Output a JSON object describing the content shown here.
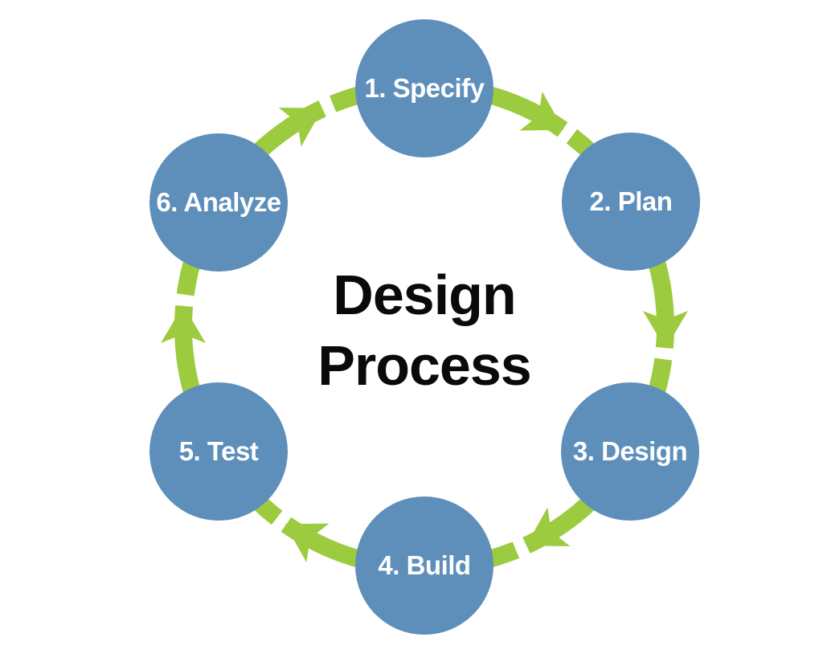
{
  "title": {
    "line1": "Design",
    "line2": "Process"
  },
  "steps": [
    {
      "order": 1,
      "label": "1. Specify"
    },
    {
      "order": 2,
      "label": "2. Plan"
    },
    {
      "order": 3,
      "label": "3. Design"
    },
    {
      "order": 4,
      "label": "4. Build"
    },
    {
      "order": 5,
      "label": "5. Test"
    },
    {
      "order": 6,
      "label": "6. Analyze"
    }
  ],
  "diagram": {
    "type": "cycle",
    "direction": "clockwise",
    "step_count": 6,
    "arrows": [
      {
        "from": "1. Specify",
        "to": "2. Plan"
      },
      {
        "from": "2. Plan",
        "to": "3. Design"
      },
      {
        "from": "3. Design",
        "to": "4. Build"
      },
      {
        "from": "4. Build",
        "to": "5. Test"
      },
      {
        "from": "5. Test",
        "to": "6. Analyze"
      },
      {
        "from": "6. Analyze",
        "to": "1. Specify"
      }
    ]
  },
  "colors": {
    "node_blue": "#5D8FBA",
    "arrow_green": "#9CCB3F",
    "title_black": "#0A0A0A",
    "label_white": "#FFFFFF",
    "background": "#FFFFFF"
  }
}
